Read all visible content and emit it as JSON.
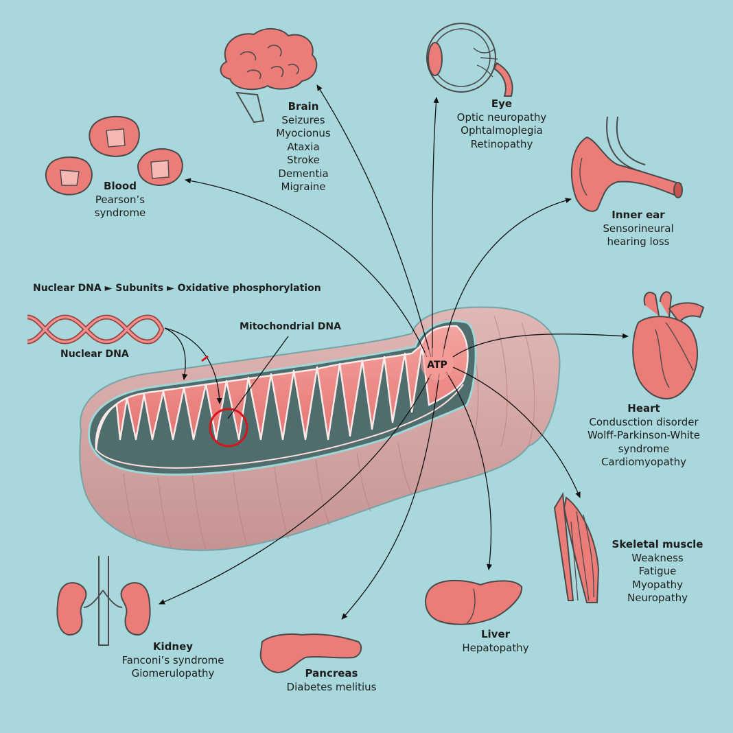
{
  "colors": {
    "background": "#a9d8dc",
    "organ": "#ec7c78",
    "organ_dark": "#c95552",
    "outline": "#4a4a4a",
    "mito_outer": "#d9a3a1",
    "mito_inner": "#e97572",
    "highlight_circle": "#d8131b"
  },
  "pathway": {
    "step1": "Nuclear DNA",
    "step2": "Subunits",
    "step3": "Oxidative phosphorylation",
    "arrow_glyph": "►"
  },
  "labels": {
    "nuclear_dna": "Nuclear DNA",
    "mitochondrial_dna": "Mitochondrial DNA",
    "atp": "ATP"
  },
  "organs": {
    "brain": {
      "title": "Brain",
      "lines": [
        "Seizures",
        "Myocionus",
        "Ataxia",
        "Stroke",
        "Dementia",
        "Migraine"
      ]
    },
    "eye": {
      "title": "Eye",
      "lines": [
        "Optic neuropathy",
        "Ophtalmoplegia",
        "Retinopathy"
      ]
    },
    "blood": {
      "title": "Blood",
      "lines": [
        "Pearson’s",
        "syndrome"
      ]
    },
    "inner_ear": {
      "title": "Inner ear",
      "lines": [
        "Sensorineural",
        "hearing loss"
      ]
    },
    "heart": {
      "title": "Heart",
      "lines": [
        "Condusction disorder",
        "Wolff-Parkinson-White",
        "syndrome",
        "Cardiomyopathy"
      ]
    },
    "skeletal_muscle": {
      "title": "Skeletal muscle",
      "lines": [
        "Weakness",
        "Fatigue",
        "Myopathy",
        "Neuropathy"
      ]
    },
    "liver": {
      "title": "Liver",
      "lines": [
        "Hepatopathy"
      ]
    },
    "pancreas": {
      "title": "Pancreas",
      "lines": [
        "Diabetes melitius"
      ]
    },
    "kidney": {
      "title": "Kidney",
      "lines": [
        "Fanconi’s syndrome",
        "Giomerulopathy"
      ]
    }
  }
}
